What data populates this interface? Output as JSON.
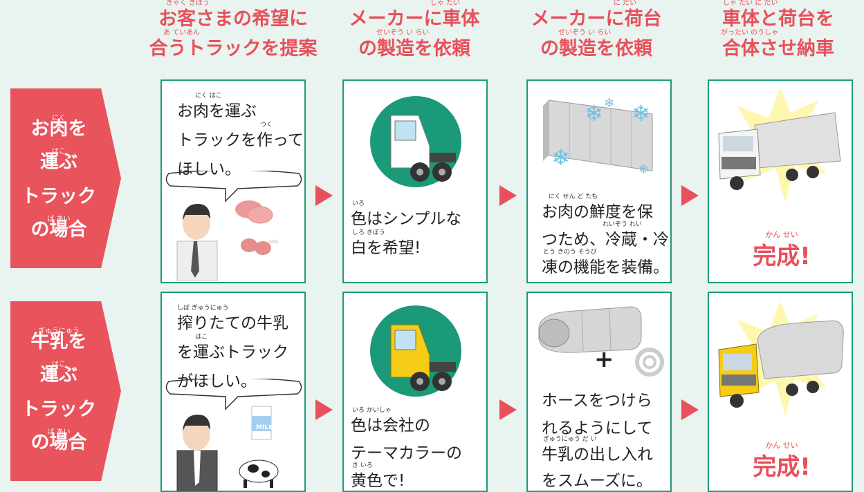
{
  "headers": [
    {
      "line1": "お客さまの希望に",
      "line2": "合うトラックを提案",
      "ruby1": "きゃく   きぼう",
      "ruby2": "あ             ていあん"
    },
    {
      "line1": "メーカーに車体",
      "line2": "の製造を依頼",
      "ruby1": "しゃ たい",
      "ruby2": "せいぞう   い らい"
    },
    {
      "line1": "メーカーに荷台",
      "line2": "の製造を依頼",
      "ruby1": "に だい",
      "ruby2": "せいぞう   い らい"
    },
    {
      "line1": "車体と荷台を",
      "line2": "合体させ納車",
      "ruby1": "しゃ たい   に だい",
      "ruby2": "がったい     のうしゃ"
    }
  ],
  "rows": [
    {
      "label": [
        "お肉を",
        "運ぶ",
        "トラック",
        "の場合"
      ],
      "label_ruby": [
        "にく",
        "はこ",
        "",
        "ば あい"
      ],
      "request": [
        "お肉を運ぶ",
        "トラックを作って",
        "ほしい。"
      ],
      "request_ruby": [
        "にく    はこ",
        "つく",
        ""
      ],
      "body": [
        "色はシンプルな",
        "白を希望!"
      ],
      "body_ruby": [
        "いろ",
        "しろ    きぼう"
      ],
      "cargo": [
        "お肉の鮮度を保",
        "つため、冷蔵・冷",
        "凍の機能を装備。"
      ],
      "cargo_ruby": [
        "にく    せん ど   たも",
        "れいぞう   れい",
        "とう  きのう   そうび"
      ],
      "done": "完成!",
      "done_ruby": "かん せい",
      "cab_color": "#ffffff"
    },
    {
      "label": [
        "牛乳を",
        "運ぶ",
        "トラック",
        "の場合"
      ],
      "label_ruby": [
        "ぎゅうにゅう",
        "はこ",
        "",
        "ば あい"
      ],
      "request": [
        "搾りたての牛乳",
        "を運ぶトラック",
        "がほしい。"
      ],
      "request_ruby": [
        "しぼ          ぎゅうにゅう",
        "はこ",
        ""
      ],
      "body": [
        "色は会社の",
        "テーマカラーの",
        "黄色で!"
      ],
      "body_ruby": [
        "いろ  かいしゃ",
        "",
        "き いろ"
      ],
      "cargo": [
        "ホースをつけら",
        "れるようにして",
        "牛乳の出し入れ",
        "をスムーズに。"
      ],
      "cargo_ruby": [
        "",
        "",
        "ぎゅうにゅう  だ   い",
        ""
      ],
      "done": "完成!",
      "done_ruby": "かん せい",
      "milk_label": "MILK",
      "plus": "+",
      "cab_color": "#f5cc16"
    }
  ],
  "colors": {
    "accent": "#e8505b",
    "border": "#1f9a7b",
    "circle": "#1a9a78",
    "bg": "#e9f3ef"
  }
}
